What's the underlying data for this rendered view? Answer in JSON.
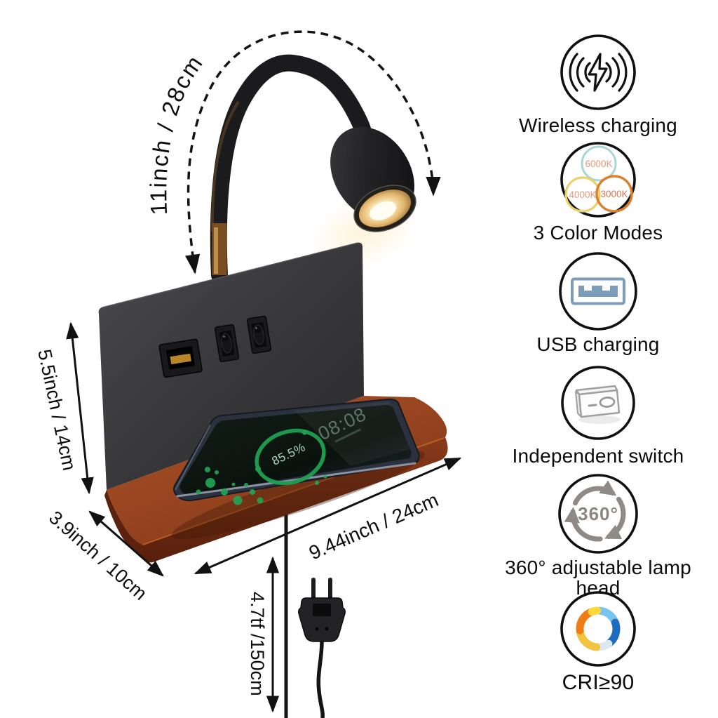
{
  "dimensions": {
    "gooseneck": "11inch / 28cm",
    "height": "5.5inch / 14cm",
    "depth": "3.9inch / 10cm",
    "width": "9.44inch / 24cm",
    "cord": "4.7tf /150cm"
  },
  "phone": {
    "time": "08:08",
    "battery": "85.5%"
  },
  "features": [
    {
      "label": "Wireless charging",
      "icon": "wireless-charging-icon"
    },
    {
      "label": "3 Color Modes",
      "icon": "color-modes-icon",
      "modes": [
        "6000K",
        "4000K",
        "3000K"
      ]
    },
    {
      "label": "USB charging",
      "icon": "usb-port-icon"
    },
    {
      "label": "Independent switch",
      "icon": "rocker-switch-icon"
    },
    {
      "label": "360° adjustable lamp head",
      "icon": "rotate-360-icon",
      "icon_text": "360°"
    },
    {
      "label": "CRI≥90",
      "icon": "cri-color-ring-icon"
    }
  ],
  "colors": {
    "wood": "#96441f",
    "panel": "#3a3a3d",
    "glow": "#fbe9bc",
    "phone_ring_green": "#1ea052",
    "usb_blue": "#7d9cba",
    "k6000_ring": "#a9d6d0",
    "k4000_ring": "#ecd06a",
    "k3000_ring": "#de7e2c",
    "cri_blue": "#1e6cc0",
    "cri_orange": "#ee7d15"
  }
}
